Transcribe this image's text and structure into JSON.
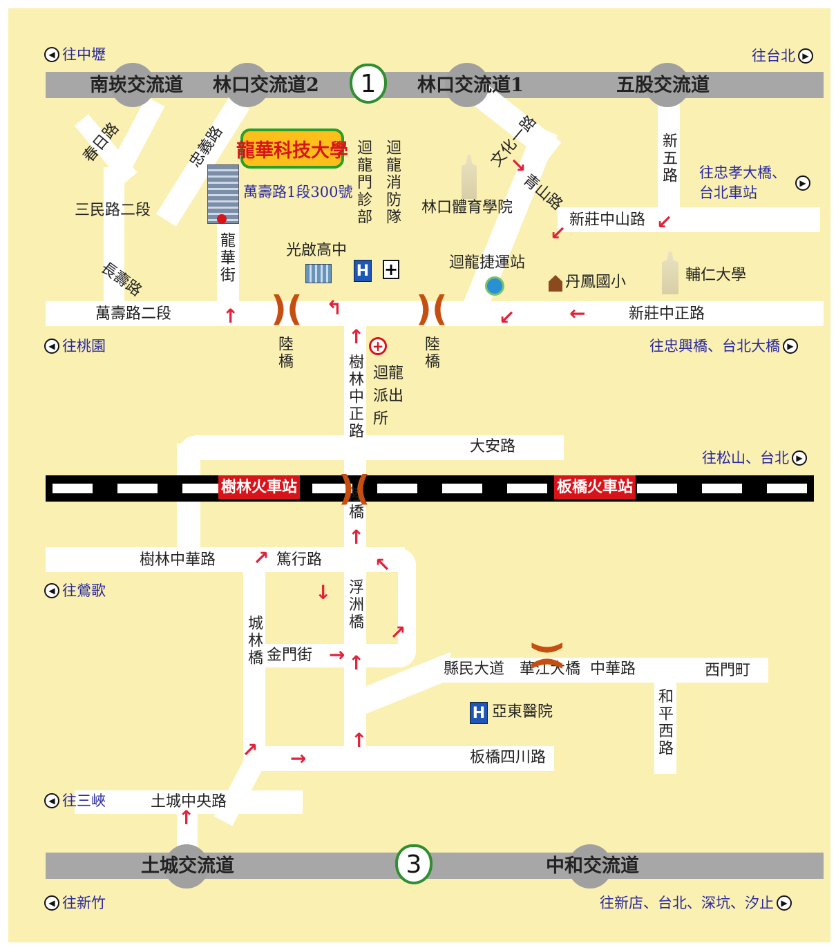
{
  "colors": {
    "background": "#faf0b2",
    "highway": "#a7a7a7",
    "road": "#ffffff",
    "accent": "#d8141b",
    "direction": "#2a2aa0"
  },
  "freeway1": {
    "shield": "1",
    "interchanges": [
      "南崁交流道",
      "林口交流道2",
      "林口交流道1",
      "五股交流道"
    ]
  },
  "freeway3": {
    "shield": "3",
    "interchanges": [
      "土城交流道",
      "中和交流道"
    ]
  },
  "directions": {
    "zhongli": "往中壢",
    "taipei_top": "往台北",
    "zhongxiao": "往忠孝大橋、台北車站",
    "taoyuan": "往桃園",
    "zhongxing": "往忠興橋、台北大橋",
    "songshan": "往松山、台北",
    "yingge": "往鶯歌",
    "sanxia": "往三峽",
    "xinzhu": "往新竹",
    "bottom_right": "往新店、台北、深坑、汐止"
  },
  "university": {
    "name": "龍華科技大學",
    "address": "萬壽路1段300號"
  },
  "roads": {
    "chunri": "春日路",
    "zhongyi": "忠義路",
    "sanmin": "三民路二段",
    "changshou": "長壽路",
    "longhua": "龍華街",
    "wanshou": "萬壽路二段",
    "wenhua": "文化一路",
    "qingshan": "青山路",
    "xinwu": "新五路",
    "xz_zhongshan": "新莊中山路",
    "xz_zhongzheng": "新莊中正路",
    "sl_zhongzheng": "樹林中正路",
    "daan": "大安路",
    "sl_zhonghua": "樹林中華路",
    "duxing": "篤行路",
    "chenglin": "城林橋",
    "jinmen": "金門街",
    "fuzhou": "浮洲橋",
    "xianmin": "縣民大道",
    "huajiang": "華江大橋",
    "zhonghua": "中華路",
    "ximending": "西門町",
    "heping": "和平西路",
    "sichuan": "板橋四川路",
    "tc_zhongyang": "土城中央路"
  },
  "landmarks": {
    "hlmz": "迴龍門診部",
    "hlxf": "迴龍消防隊",
    "tiyu": "林口體育學院",
    "guangqi": "光啟高中",
    "mrt": "迴龍捷運站",
    "danfeng": "丹鳳國小",
    "furen": "輔仁大學",
    "police": "迴龍派出所",
    "hospital": "亞東醫院",
    "overpass": "陸橋"
  },
  "stations": {
    "shulin": "樹林火車站",
    "banqiao": "板橋火車站"
  },
  "icons": {
    "hospital": "H",
    "fire": "+",
    "police": "+",
    "direction": "circle-arrow-icon"
  }
}
